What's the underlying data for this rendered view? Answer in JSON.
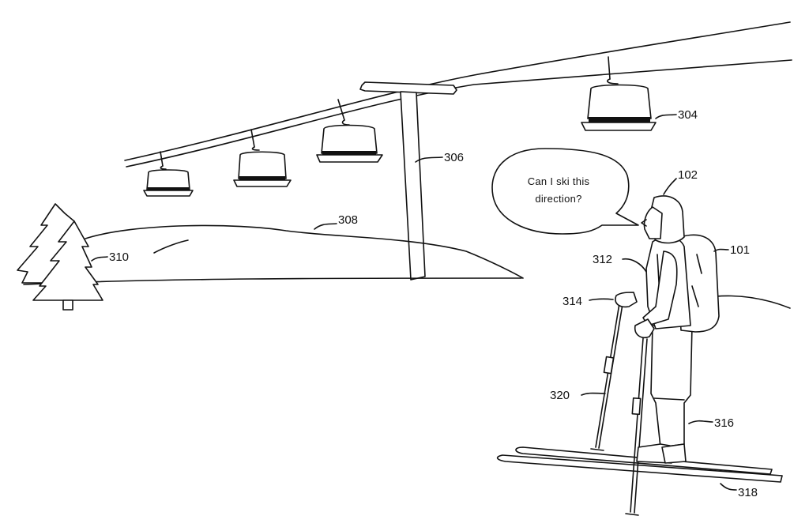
{
  "speech_bubble": {
    "line1": "Can I ski this",
    "line2": "direction?"
  },
  "reference_numerals": {
    "person": "102",
    "backpack": "101",
    "chairlift_chair": "304",
    "lift_tower": "306",
    "hill": "308",
    "trees": "310",
    "jacket": "312",
    "glove": "314",
    "boots": "316",
    "skis": "318",
    "ski_pole": "320"
  }
}
